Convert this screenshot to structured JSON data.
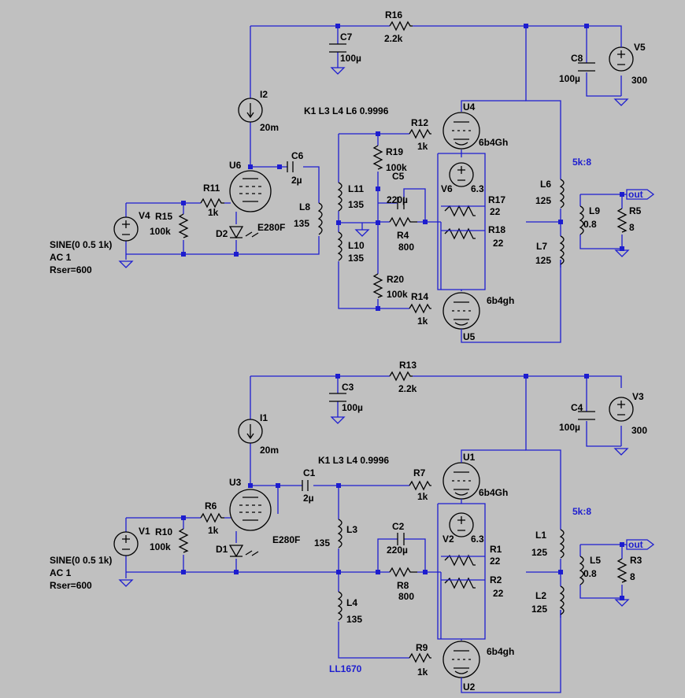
{
  "colors": {
    "wire": "#1d1dcf",
    "component": "#000000",
    "background": "#c0c0c0",
    "note": "#1d1dcf"
  },
  "top": {
    "R16": "R16",
    "R16v": "2.2k",
    "C7": "C7",
    "C7v": "100µ",
    "C8": "C8",
    "C8v": "100µ",
    "V5": "V5",
    "V5v": "300",
    "I2": "I2",
    "I2v": "20m",
    "K": "K1 L3 L4 L6 0.9996",
    "U4": "U4",
    "U4m": "6b4Gh",
    "R12": "R12",
    "R12v": "1k",
    "R19": "R19",
    "R19v": "100k",
    "C5": "C5",
    "C5v": "220µ",
    "V6": "V6",
    "V6v": "6.3",
    "R17": "R17",
    "R17v": "22",
    "R18": "R18",
    "R18v": "22",
    "R4": "R4",
    "R4v": "800",
    "L11": "L11",
    "L11v": "135",
    "L10": "L10",
    "L10v": "135",
    "R20": "R20",
    "R20v": "100k",
    "R14": "R14",
    "R14v": "1k",
    "U5": "U5",
    "U5m": "6b4gh",
    "U6": "U6",
    "C6": "C6",
    "C6v": "2µ",
    "R11": "R11",
    "R11v": "1k",
    "V4": "V4",
    "R15": "R15",
    "R15v": "100k",
    "D2": "D2",
    "tube": "E280F",
    "L8": "L8",
    "L8v": "135",
    "ratio": "5k:8",
    "L6": "L6",
    "L6v": "125",
    "L7": "L7",
    "L7v": "125",
    "L9": "L9",
    "L9v": "0.8",
    "R5": "R5",
    "R5v": "8",
    "out": "out",
    "src1": "SINE(0 0.5 1k)",
    "src2": "AC 1",
    "src3": "Rser=600"
  },
  "bottom": {
    "R13": "R13",
    "R13v": "2.2k",
    "C3": "C3",
    "C3v": "100µ",
    "C4": "C4",
    "C4v": "100µ",
    "V3": "V3",
    "V3v": "300",
    "I1": "I1",
    "I1v": "20m",
    "K": "K1 L3 L4 0.9996",
    "U1": "U1",
    "U1m": "6b4Gh",
    "C1": "C1",
    "C1v": "2µ",
    "R7": "R7",
    "R7v": "1k",
    "U3": "U3",
    "R6": "R6",
    "R6v": "1k",
    "V1": "V1",
    "R10": "R10",
    "R10v": "100k",
    "D1": "D1",
    "tube": "E280F",
    "L3": "L3",
    "L3v": "135",
    "C2": "C2",
    "C2v": "220µ",
    "V2": "V2",
    "V2v": "6.3",
    "R1": "R1",
    "R1v": "22",
    "R2": "R2",
    "R2v": "22",
    "R8": "R8",
    "R8v": "800",
    "L4": "L4",
    "L4v": "135",
    "R9": "R9",
    "R9v": "1k",
    "U2": "U2",
    "U2m": "6b4gh",
    "ratio": "5k:8",
    "L1": "L1",
    "L1v": "125",
    "L2": "L2",
    "L2v": "125",
    "L5": "L5",
    "L5v": "0.8",
    "R3": "R3",
    "R3v": "8",
    "out": "out",
    "note": "LL1670",
    "src1": "SINE(0 0.5 1k)",
    "src2": "AC 1",
    "src3": "Rser=600"
  }
}
